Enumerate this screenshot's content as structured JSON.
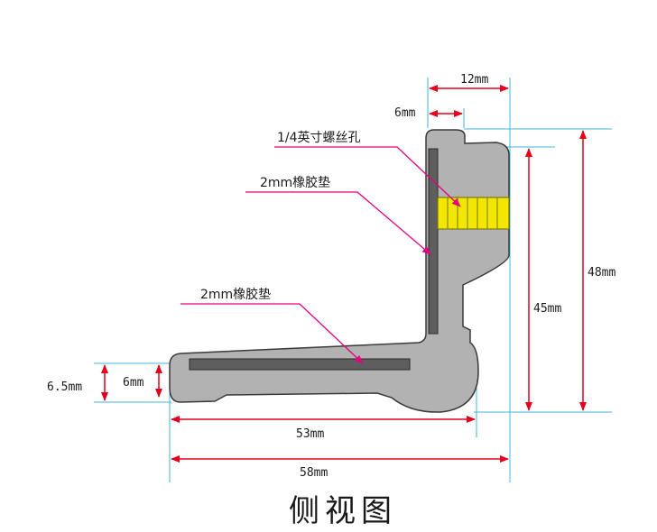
{
  "caption": "侧视图",
  "corner_text": "“”",
  "labels": {
    "hole": "1/4英寸螺丝孔",
    "pad_vertical": "2mm橡胶垫",
    "pad_horizontal": "2mm橡胶垫"
  },
  "dimensions": {
    "top_width": "12mm",
    "notch_width": "6mm",
    "total_height": "48mm",
    "inner_height": "45mm",
    "base_height_outer": "6.5mm",
    "base_height_inner": "6mm",
    "length_inner": "53mm",
    "length_total": "58mm"
  },
  "colors": {
    "bracket_fill": "#b2b2b2",
    "bracket_stroke": "#3a3a3a",
    "pad_fill": "#5e5e5e",
    "hole_fill": "#f3e600",
    "dim_red": "#e4001b",
    "leader_magenta": "#e5007f",
    "extension_cyan": "#3fb6dc"
  }
}
